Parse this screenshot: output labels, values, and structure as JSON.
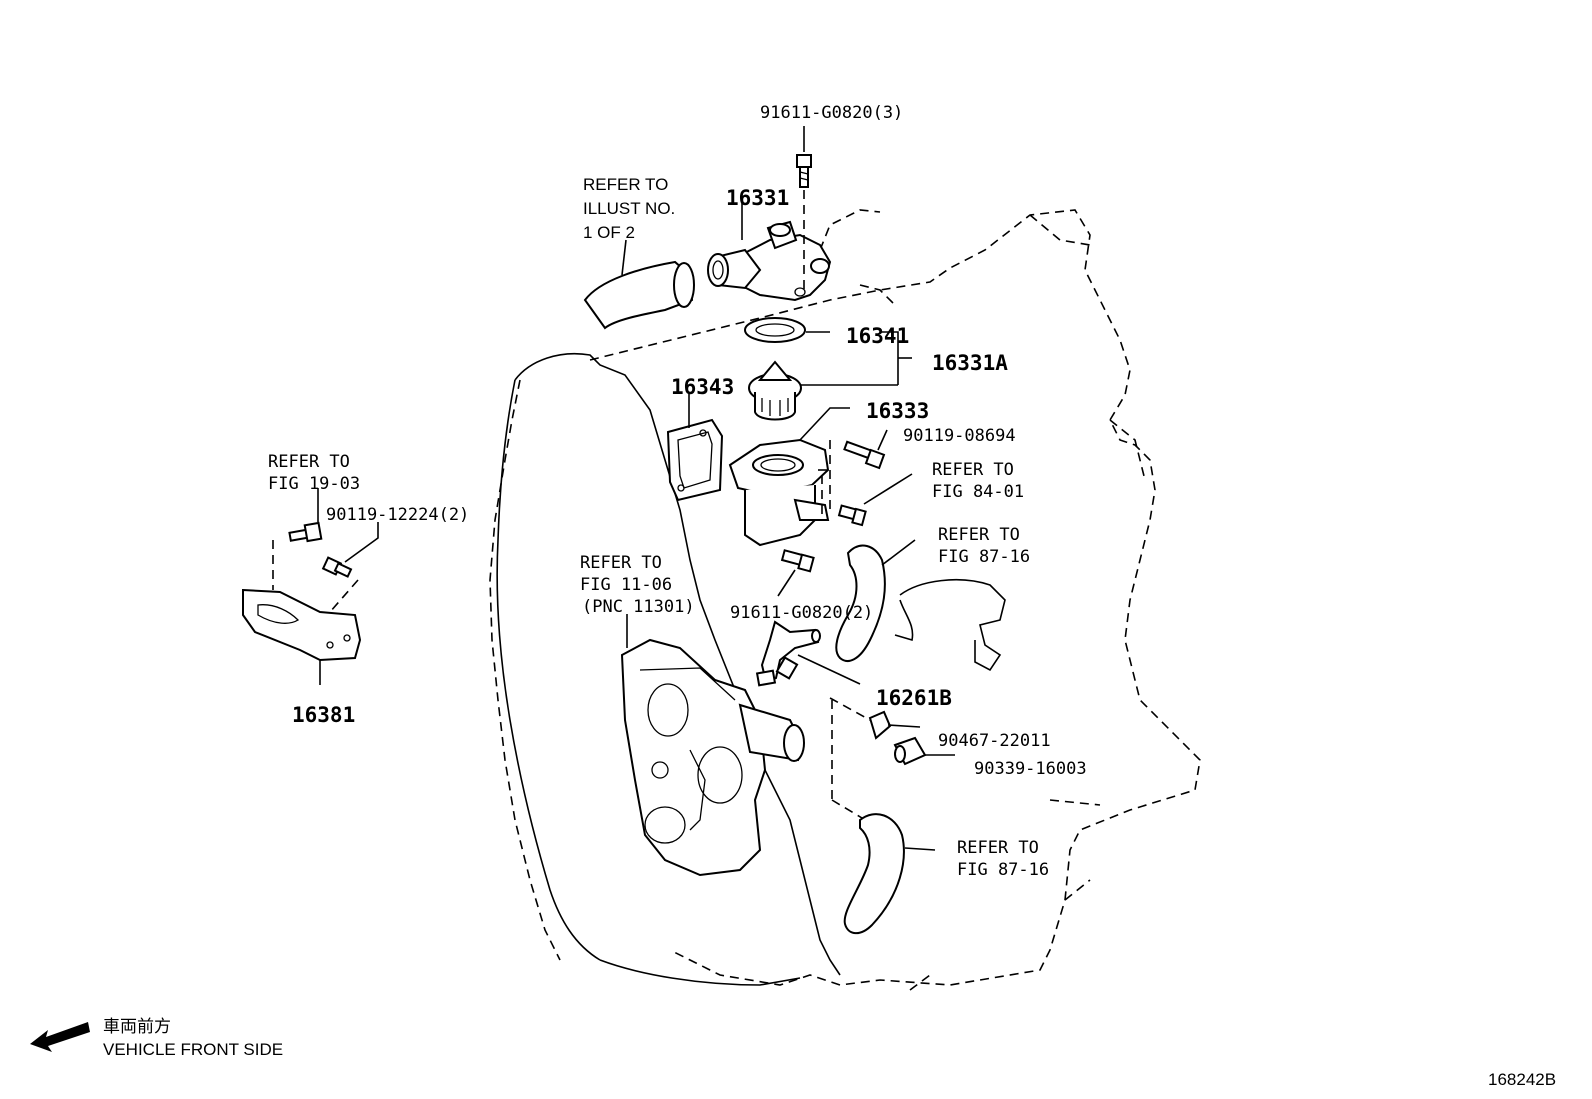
{
  "labels": {
    "bolt_top": "91611-G0820(3)",
    "refer_illust": [
      "REFER TO",
      "ILLUST NO.",
      "1 OF 2"
    ],
    "housing_outlet": "16331",
    "gasket_ring": "16341",
    "thermostat_assy": "16331A",
    "gasket": "16343",
    "thermostat_housing": "16333",
    "bolt_90119_08694": "90119-08694",
    "refer_fig_84_01": [
      "REFER TO",
      "FIG 84-01"
    ],
    "refer_fig_87_16_a": [
      "REFER TO",
      "FIG 87-16"
    ],
    "refer_fig_19_03": [
      "REFER TO",
      "FIG 19-03"
    ],
    "bolt_bracket": "90119-12224(2)",
    "refer_fig_11_06": [
      "REFER TO",
      "FIG 11-06",
      "(PNC 11301)"
    ],
    "bolt_lower": "91611-G0820(2)",
    "bracket": "16381",
    "pipe": "16261B",
    "clamp": "90467-22011",
    "plug": "90339-16003",
    "refer_fig_87_16_b": [
      "REFER TO",
      "FIG 87-16"
    ],
    "front_side_jp": "車両前方",
    "front_side_en": "VEHICLE FRONT SIDE",
    "illustration_no": "168242B"
  }
}
